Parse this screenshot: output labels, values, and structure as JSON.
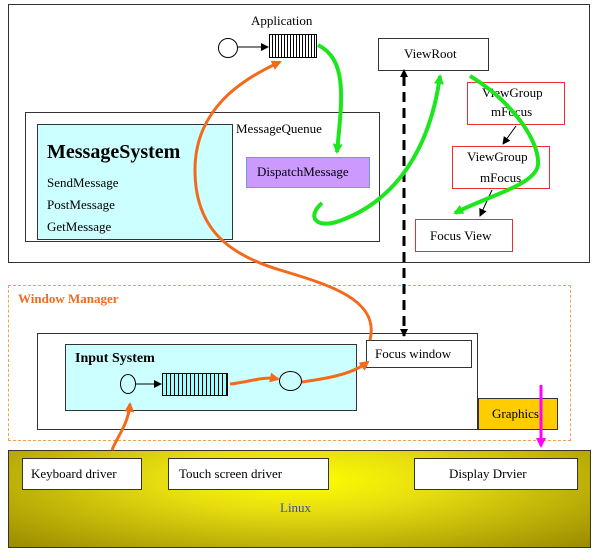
{
  "application": {
    "title": "Application"
  },
  "message_system": {
    "title": "MessageSystem",
    "items": [
      "SendMessage",
      "PostMessage",
      "GetMessage"
    ]
  },
  "message_queue": {
    "label": "MessageQuenue"
  },
  "dispatch": {
    "label": "DispatchMessage"
  },
  "view_root": {
    "label": "ViewRoot"
  },
  "view_group_1": {
    "line1": "ViewGroup",
    "line2": "mFocus"
  },
  "view_group_2": {
    "line1": "ViewGroup",
    "line2": "mFocus"
  },
  "focus_view": {
    "label": "Focus View"
  },
  "window_manager": {
    "title": "Window Manager"
  },
  "input_system": {
    "title": "Input System"
  },
  "focus_window": {
    "label": "Focus window"
  },
  "graphics": {
    "label": "Graphics"
  },
  "linux": {
    "label": "Linux",
    "drivers": [
      "Keyboard driver",
      "Touch screen driver",
      "Display Drvier"
    ]
  },
  "colors": {
    "app_border": "#333333",
    "message_system_fill": "#ccffff",
    "dispatch_fill": "#cc99ff",
    "red_border": "#e83030",
    "window_manager_border": "#f5a04a",
    "window_manager_text": "#f26b1d",
    "graphics_fill": "#ffcc00",
    "linux_text": "#2c4ecc",
    "orange_flow": "#f26b1d",
    "green_flow": "#1ee61e",
    "magenta_flow": "#ff00ff",
    "linux_center": "#ffff00",
    "linux_edge": "#9a8a00"
  }
}
